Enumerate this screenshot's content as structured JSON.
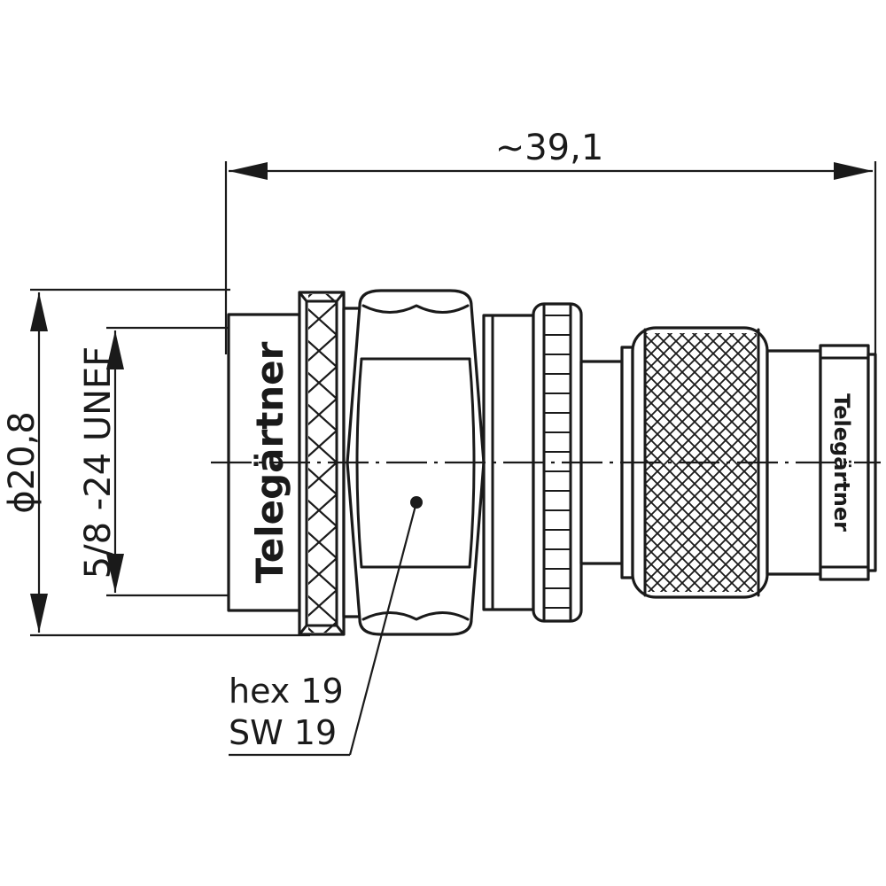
{
  "dimensions": {
    "overall_length": "~39,1",
    "outer_diameter": "ϕ20,8",
    "thread": "5/8 -24 UNEF"
  },
  "callout": {
    "line1": "hex 19",
    "line2": "SW 19"
  },
  "brand": {
    "left_body_logo": "Telegärtner",
    "right_body_logo": "Telegärtner"
  }
}
